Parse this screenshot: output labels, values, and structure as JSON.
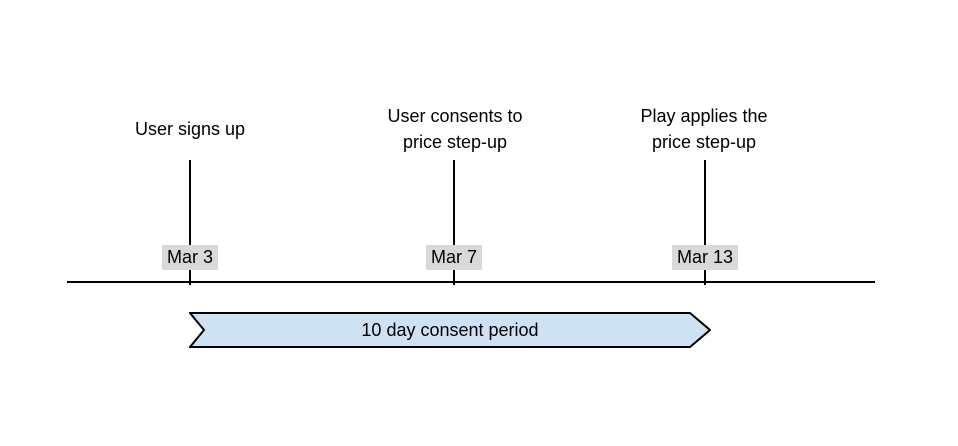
{
  "diagram": {
    "type": "timeline",
    "background": "#ffffff"
  },
  "events": [
    {
      "title": "User signs up",
      "date": "Mar 3"
    },
    {
      "title": "User consents to\nprice step-up",
      "date": "Mar 7"
    },
    {
      "title": "Play applies the\nprice step-up",
      "date": "Mar 13"
    }
  ],
  "period": {
    "label": "10 day consent period",
    "fill": "#cfe2f3",
    "stroke": "#000000"
  },
  "colors": {
    "axis_line": "#000000",
    "tick_line": "#000000",
    "date_label_bg": "#d9d9d9",
    "text": "#000000"
  }
}
